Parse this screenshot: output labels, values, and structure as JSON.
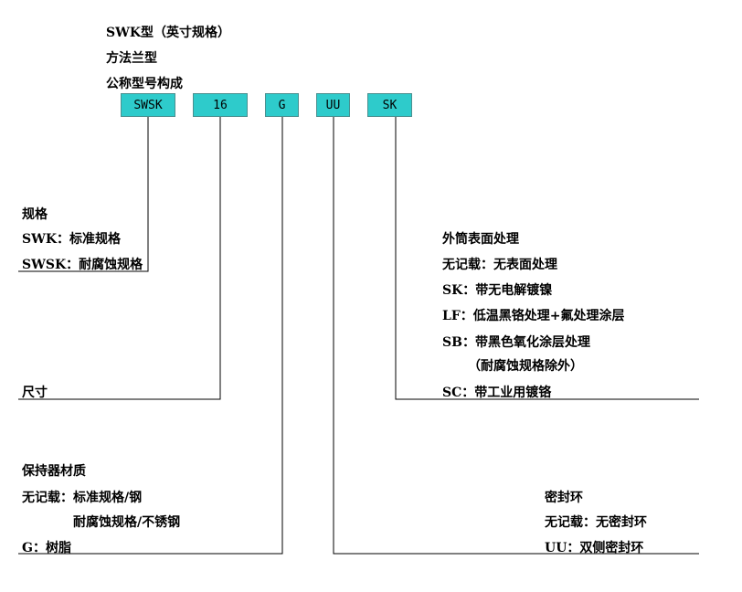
{
  "header": {
    "line1": "SWK型（英寸规格）",
    "line2": "方法兰型",
    "line3": "公称型号构成"
  },
  "code_boxes": [
    "SWSK",
    "16",
    "G",
    "UU",
    "SK"
  ],
  "spec": {
    "title": "规格",
    "line1": "SWK：标准规格",
    "line2": "SWSK：耐腐蚀规格"
  },
  "size": {
    "title": "尺寸"
  },
  "retainer": {
    "title": "保持器材质",
    "line1": "无记载：标准规格/钢",
    "line2": "耐腐蚀规格/不锈钢",
    "line3": "G：树脂"
  },
  "surface": {
    "title": "外筒表面处理",
    "line1": "无记载：无表面处理",
    "line2": "SK：带无电解镀镍",
    "line3": "LF：低温黑铬处理+氟处理涂层",
    "line4": "SB：带黑色氧化涂层处理",
    "line5": "（耐腐蚀规格除外）",
    "line6": "SC：带工业用镀铬"
  },
  "seal": {
    "title": "密封环",
    "line1": "无记载：无密封环",
    "line2": "UU：双侧密封环"
  },
  "colors": {
    "box_fill": "#2ecbcb",
    "box_border": "#4a8f8f",
    "line": "#000000"
  }
}
